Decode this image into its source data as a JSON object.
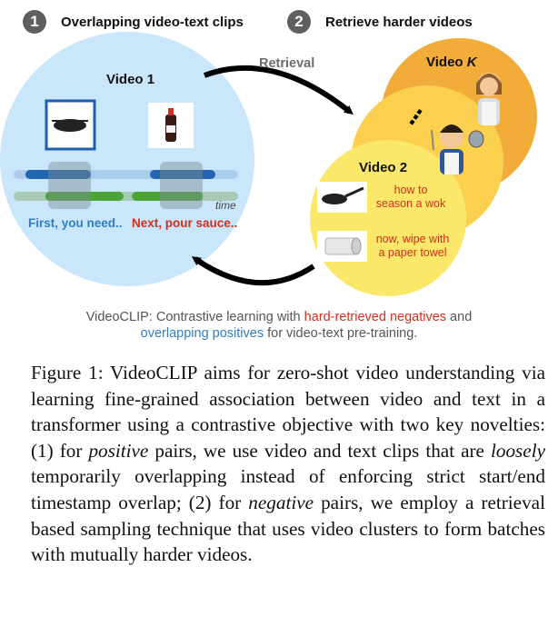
{
  "figure": {
    "steps": [
      {
        "number": "1",
        "label": "Overlapping video-text clips"
      },
      {
        "number": "2",
        "label": "Retrieve harder videos"
      }
    ],
    "arrow_label": "Retrieval",
    "video1": {
      "title": "Video 1",
      "time_label": "time",
      "text_clip_1": "First, you need..",
      "text_clip_2": "Next, pour sauce.."
    },
    "videoK": {
      "title_prefix": "Video ",
      "title_var": "K",
      "dots": "⋮"
    },
    "video2": {
      "title": "Video 2",
      "clip_1_line1": "how to",
      "clip_1_line2": "season a wok",
      "clip_2_line1": "now, wipe with",
      "clip_2_line2": "a paper towel"
    },
    "caption": {
      "part1": "VideoCLIP: Contrastive learning with ",
      "hard_neg": "hard-retrieved negatives",
      "part2": " and",
      "overlap_pos": "overlapping positives",
      "part3": " for video-text pre-training."
    },
    "colors": {
      "light_blue": "#c9e6fb",
      "orange": "#f2ac3a",
      "yellow": "#fbe86a",
      "blue_text": "#2f7ec3",
      "red_text": "#d32f1e",
      "blue_bar": "#2464b0",
      "green_bar": "#4ca437"
    }
  },
  "paper_caption": {
    "t1": "Figure 1: VideoCLIP aims for zero-shot video understanding via learning fine-grained association between video and text in a transformer using a contrastive objective with two key novelties: (1) for ",
    "e1": "positive",
    "t2": " pairs, we use video and text clips that are ",
    "e2": "loosely",
    "t3": " temporarily overlapping instead of enforcing strict start/end timestamp overlap; (2) for ",
    "e3": "negative",
    "t4": " pairs, we employ a retrieval based sampling technique that uses video clusters to form batches with mutually harder videos."
  }
}
